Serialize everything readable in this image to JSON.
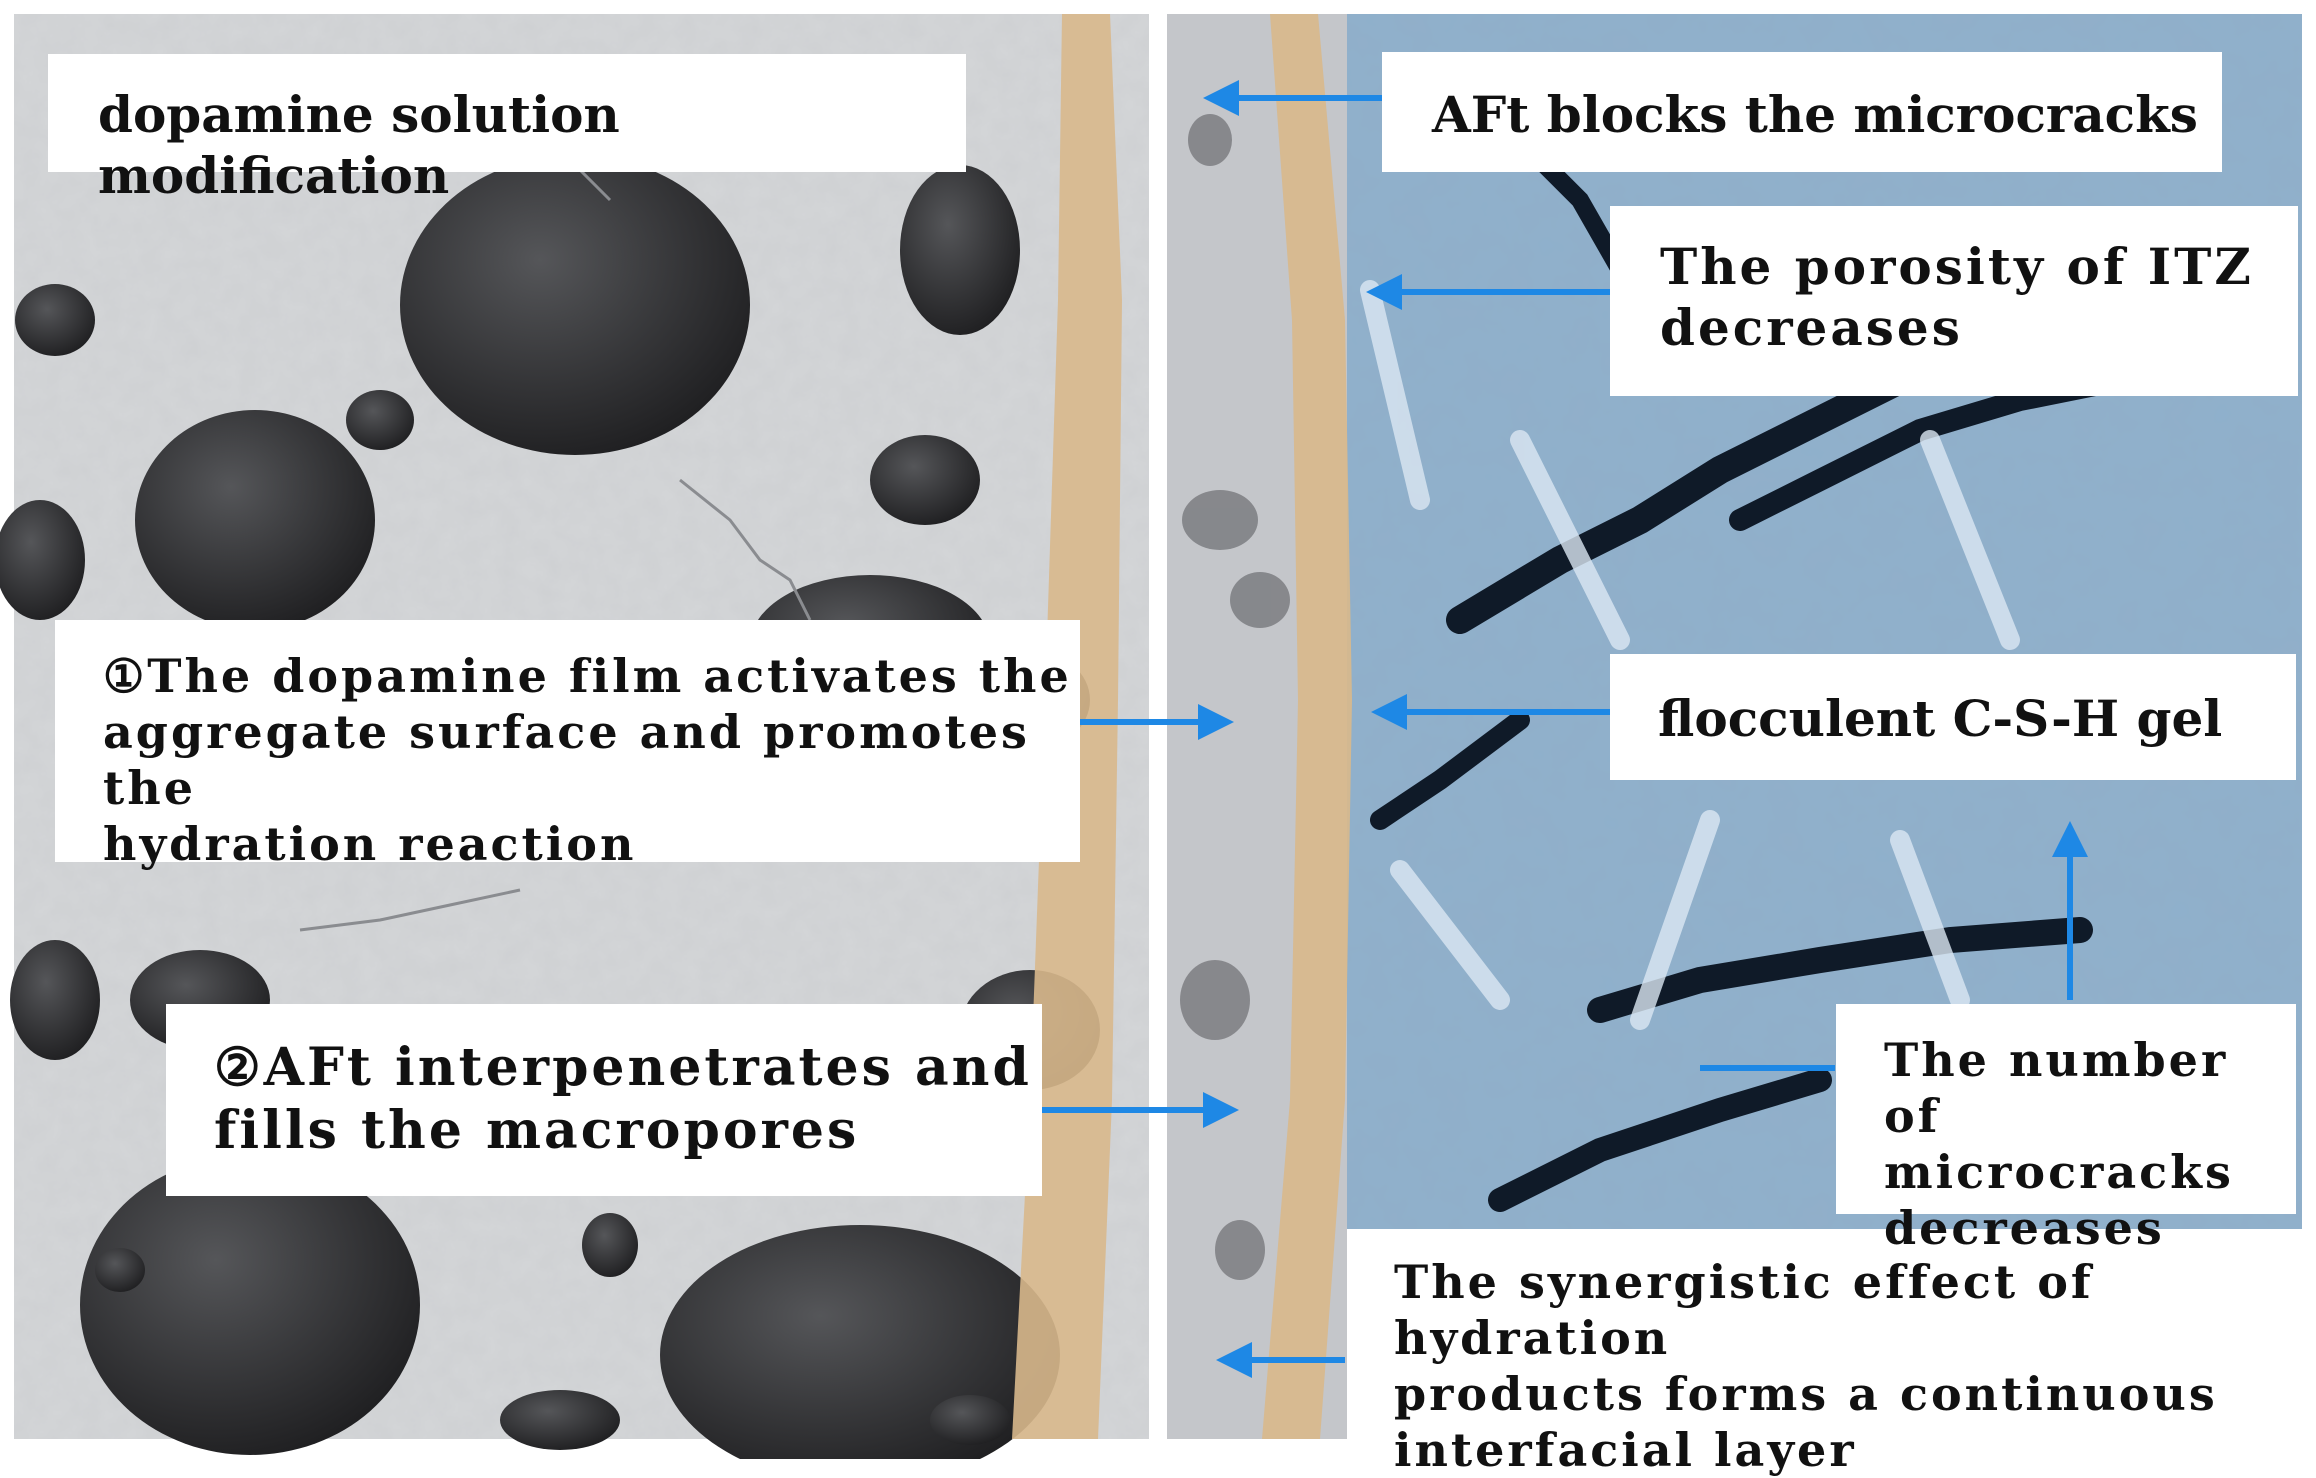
{
  "labels": {
    "dopamine_modification": "dopamine solution modification",
    "aft_blocks": "AFt blocks the microcracks",
    "porosity_line1": "The porosity of ITZ",
    "porosity_line2": "decreases",
    "film_line1": "①The dopamine film activates the",
    "film_line2": "aggregate surface and promotes the",
    "film_line3": "hydration reaction",
    "csh_gel": "flocculent C-S-H gel",
    "aft_fill_line1": "②AFt interpenetrates and",
    "aft_fill_line2": "fills the macropores",
    "microcracks_line1": "The number of",
    "microcracks_line2": "microcracks",
    "microcracks_line3": "decreases",
    "synergy_line1": "The synergistic effect of hydration",
    "synergy_line2": "products forms a continuous",
    "synergy_line3": "interfacial layer"
  },
  "colors": {
    "left_concrete": "#d4d6d8",
    "dark_pore": "#2b2b2d",
    "itz_band": "#d8b88c",
    "right_matrix": "#8fb0cc",
    "crack": "#0f1a28",
    "arrow": "#1e88e5"
  }
}
